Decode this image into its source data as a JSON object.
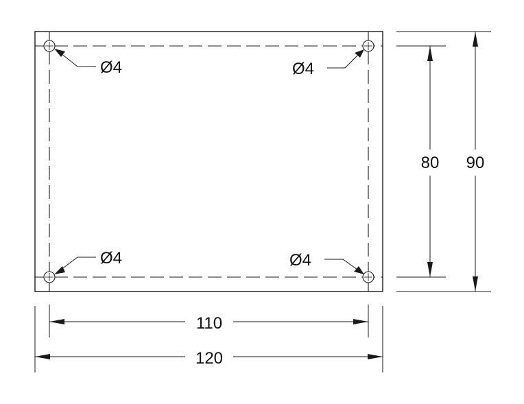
{
  "drawing": {
    "holes": [
      {
        "id": "top-left",
        "label": "Ø4"
      },
      {
        "id": "top-right",
        "label": "Ø4"
      },
      {
        "id": "bottom-left",
        "label": "Ø4"
      },
      {
        "id": "bottom-right",
        "label": "Ø4"
      }
    ],
    "dimensions": {
      "hole_spacing_width": "110",
      "overall_width": "120",
      "hole_spacing_height": "80",
      "overall_height": "90"
    }
  }
}
